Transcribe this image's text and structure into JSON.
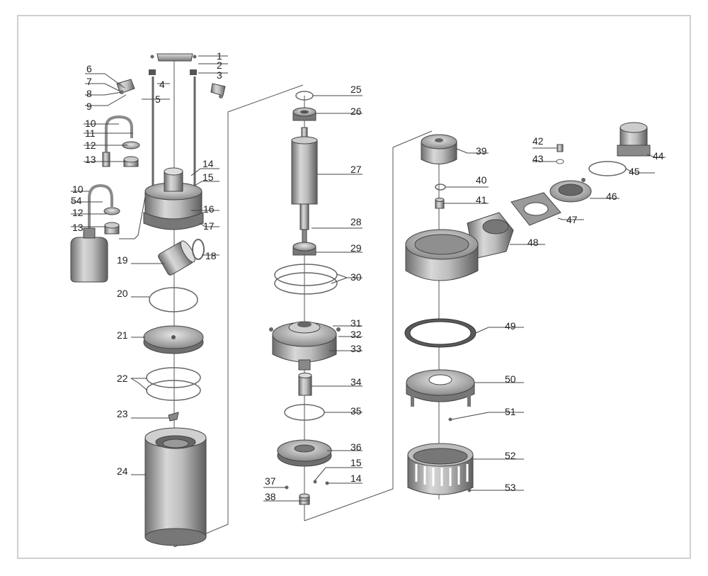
{
  "diagram": {
    "callouts": [
      {
        "id": "1",
        "label": "1"
      },
      {
        "id": "2",
        "label": "2"
      },
      {
        "id": "3",
        "label": "3"
      },
      {
        "id": "4",
        "label": "4"
      },
      {
        "id": "5",
        "label": "5"
      },
      {
        "id": "6",
        "label": "6"
      },
      {
        "id": "7",
        "label": "7"
      },
      {
        "id": "8",
        "label": "8"
      },
      {
        "id": "9",
        "label": "9"
      },
      {
        "id": "10a",
        "label": "10"
      },
      {
        "id": "11",
        "label": "11"
      },
      {
        "id": "12a",
        "label": "12"
      },
      {
        "id": "13a",
        "label": "13"
      },
      {
        "id": "14a",
        "label": "14"
      },
      {
        "id": "15a",
        "label": "15"
      },
      {
        "id": "10b",
        "label": "10"
      },
      {
        "id": "54",
        "label": "54"
      },
      {
        "id": "12b",
        "label": "12"
      },
      {
        "id": "13b",
        "label": "13"
      },
      {
        "id": "16",
        "label": "16"
      },
      {
        "id": "17",
        "label": "17"
      },
      {
        "id": "19",
        "label": "19"
      },
      {
        "id": "18",
        "label": "18"
      },
      {
        "id": "20",
        "label": "20"
      },
      {
        "id": "21",
        "label": "21"
      },
      {
        "id": "22",
        "label": "22"
      },
      {
        "id": "23",
        "label": "23"
      },
      {
        "id": "24",
        "label": "24"
      },
      {
        "id": "25",
        "label": "25"
      },
      {
        "id": "26",
        "label": "26"
      },
      {
        "id": "27",
        "label": "27"
      },
      {
        "id": "28",
        "label": "28"
      },
      {
        "id": "29",
        "label": "29"
      },
      {
        "id": "30",
        "label": "30"
      },
      {
        "id": "31",
        "label": "31"
      },
      {
        "id": "32",
        "label": "32"
      },
      {
        "id": "33",
        "label": "33"
      },
      {
        "id": "34",
        "label": "34"
      },
      {
        "id": "35",
        "label": "35"
      },
      {
        "id": "36",
        "label": "36"
      },
      {
        "id": "15b",
        "label": "15"
      },
      {
        "id": "37",
        "label": "37"
      },
      {
        "id": "14b",
        "label": "14"
      },
      {
        "id": "38",
        "label": "38"
      },
      {
        "id": "39",
        "label": "39"
      },
      {
        "id": "40",
        "label": "40"
      },
      {
        "id": "41",
        "label": "41"
      },
      {
        "id": "42",
        "label": "42"
      },
      {
        "id": "43",
        "label": "43"
      },
      {
        "id": "44",
        "label": "44"
      },
      {
        "id": "45",
        "label": "45"
      },
      {
        "id": "46",
        "label": "46"
      },
      {
        "id": "47",
        "label": "47"
      },
      {
        "id": "48",
        "label": "48"
      },
      {
        "id": "49",
        "label": "49"
      },
      {
        "id": "50",
        "label": "50"
      },
      {
        "id": "51",
        "label": "51"
      },
      {
        "id": "52",
        "label": "52"
      },
      {
        "id": "53",
        "label": "53"
      }
    ]
  }
}
